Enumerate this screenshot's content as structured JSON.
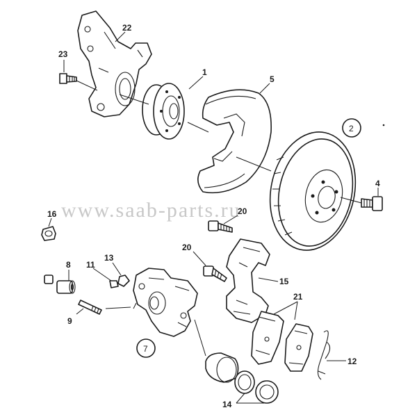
{
  "watermark": "www.saab-parts.ru",
  "labels": {
    "p1": "1",
    "p2": "2",
    "p4": "4",
    "p5": "5",
    "p7": "7",
    "p8": "8",
    "p9": "9",
    "p11": "11",
    "p12": "12",
    "p13": "13",
    "p14": "14",
    "p15": "15",
    "p16": "16",
    "p20a": "20",
    "p20b": "20",
    "p21": "21",
    "p22": "22",
    "p23": "23"
  }
}
